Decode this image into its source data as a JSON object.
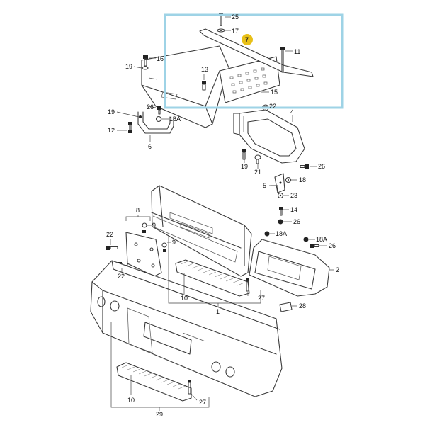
{
  "colors": {
    "highlight_box": "#9ed3e6",
    "highlight_marker": "#e8c018",
    "line": "#3a3a3a"
  },
  "labels": {
    "p25": "25",
    "p17": "17",
    "p7": "7",
    "p11": "11",
    "p16": "16",
    "p19a": "19",
    "p13": "13",
    "p15": "15",
    "p22a": "22",
    "p26a": "26",
    "p18a_a": "18A",
    "p19b": "19",
    "p12": "12",
    "p6": "6",
    "p4": "4",
    "p19c": "19",
    "p21": "21",
    "p26b": "26",
    "p18": "18",
    "p5": "5",
    "p23": "23",
    "p14": "14",
    "p26c": "26",
    "p8": "8",
    "p9a": "9",
    "p9b": "9",
    "p22b": "22",
    "p22c": "22",
    "p18a_b": "18A",
    "p18a_c": "18A",
    "p26d": "26",
    "p2": "2",
    "p10a": "10",
    "p27a": "27",
    "p1": "1",
    "p28": "28",
    "p10b": "10",
    "p27b": "27",
    "p29": "29"
  }
}
